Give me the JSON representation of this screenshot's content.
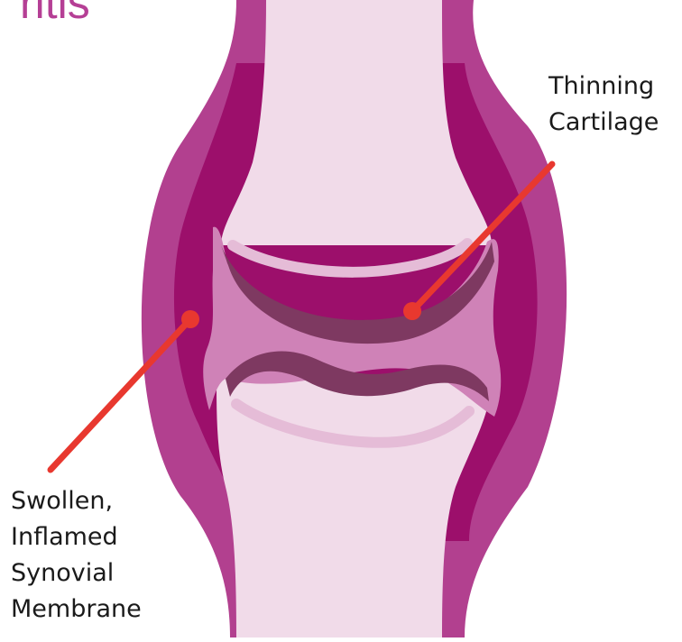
{
  "title_fragment": "ritis",
  "labels": {
    "cartilage": [
      "Thinning",
      "Cartilage"
    ],
    "synovial": [
      "Swollen,",
      "Inflamed",
      "Synovial",
      "Membrane"
    ]
  },
  "colors": {
    "capsule_outer": "#b2408f",
    "synovial_inflamed": "#9c0f6b",
    "bone": "#f1dbe9",
    "bone_highlight": "#e5bcd7",
    "joint_space": "#cf82b7",
    "cartilage": "#7e3961",
    "pointer": "#e8382f",
    "title": "#b53f95"
  }
}
